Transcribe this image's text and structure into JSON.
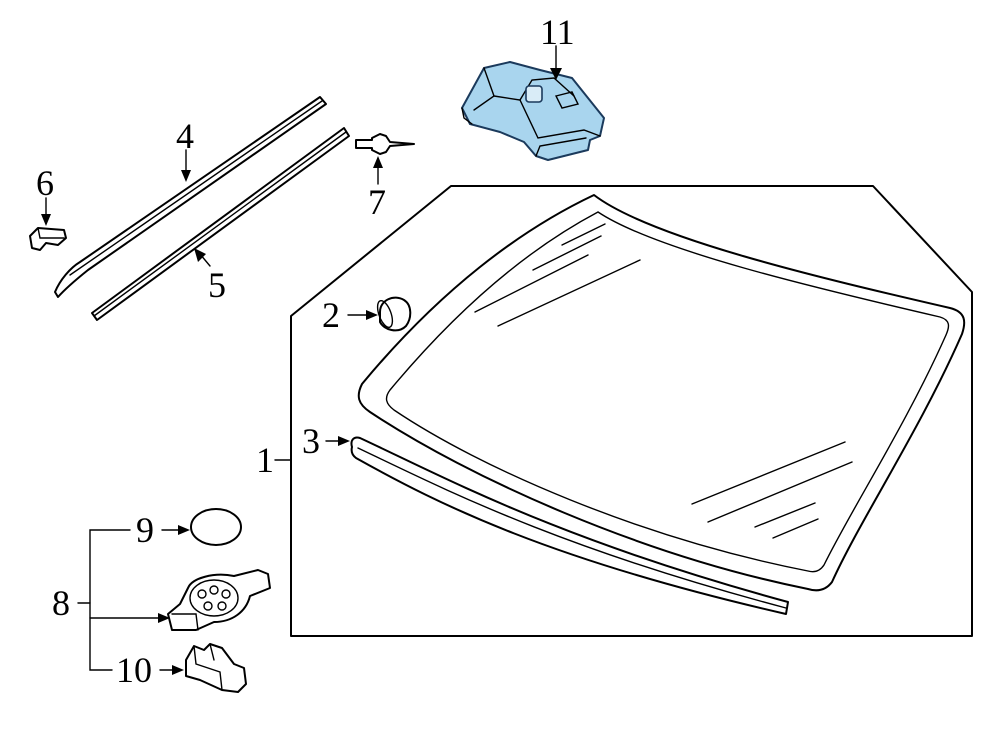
{
  "callouts": {
    "c1": "1",
    "c2": "2",
    "c3": "3",
    "c4": "4",
    "c5": "5",
    "c6": "6",
    "c7": "7",
    "c8": "8",
    "c9": "9",
    "c10": "10",
    "c11": "11"
  },
  "colors": {
    "highlight_fill": "#a9d5ee",
    "highlight_stroke": "#1b3a5c",
    "line": "#000000"
  }
}
